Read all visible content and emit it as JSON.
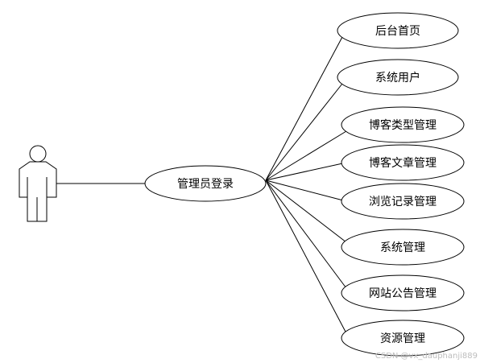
{
  "diagram": {
    "actor_name": "",
    "center_use_case": "管理员登录",
    "use_cases": [
      "后台首页",
      "系统用户",
      "博客类型管理",
      "博客文章管理",
      "浏览记录管理",
      "系统管理",
      "网站公告管理",
      "资源管理"
    ]
  },
  "watermark": "CSDN @vx_dauphanji889",
  "colors": {
    "line": "#000000",
    "background": "#ffffff",
    "watermark": "#bdbdbd"
  }
}
